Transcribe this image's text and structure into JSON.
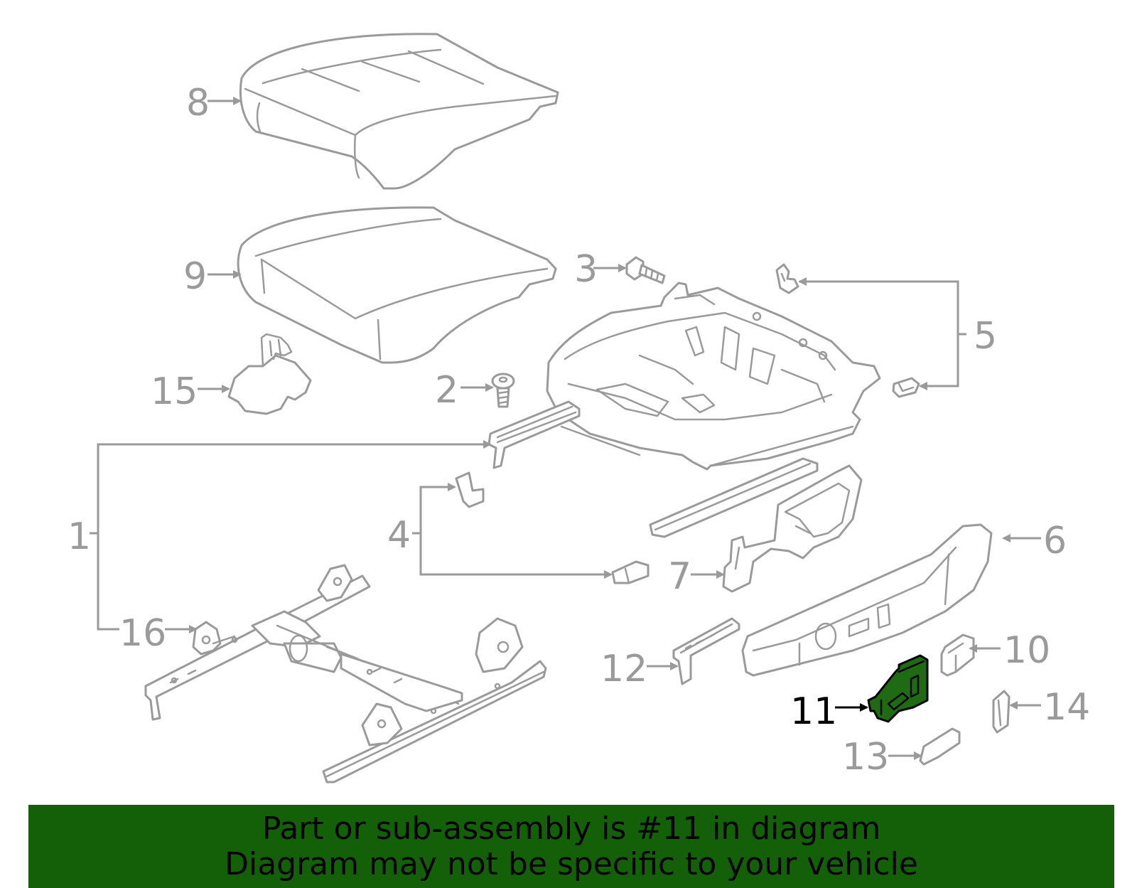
{
  "diagram": {
    "callouts": {
      "c1": "1",
      "c2": "2",
      "c3": "3",
      "c4": "4",
      "c5": "5",
      "c6": "6",
      "c7": "7",
      "c8": "8",
      "c9": "9",
      "c10": "10",
      "c11": "11",
      "c12": "12",
      "c13": "13",
      "c14": "14",
      "c15": "15",
      "c16": "16"
    },
    "highlighted_part": "11",
    "colors": {
      "line": "#9a9a9a",
      "highlight_fill": "#1e6b14",
      "banner_bg": "#136009"
    }
  },
  "banner": {
    "line1": "Part or sub-assembly is #11 in diagram",
    "line2": "Diagram may not be specific to your vehicle"
  }
}
